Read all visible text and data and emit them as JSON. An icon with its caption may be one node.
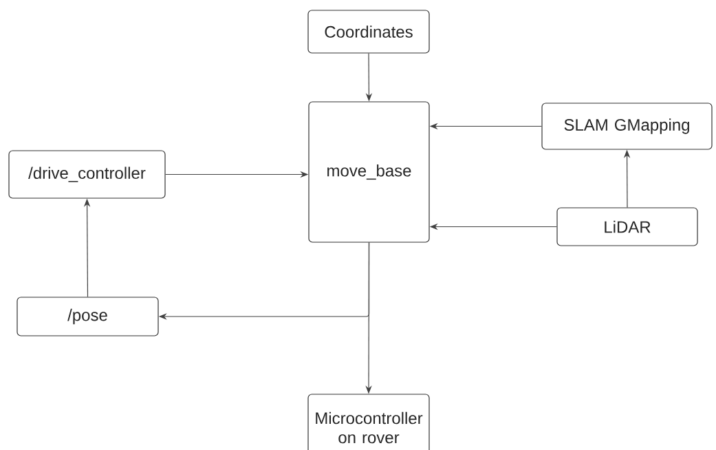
{
  "diagram": {
    "nodes": [
      {
        "text": [
          "Coordinates"
        ]
      },
      {
        "text": [
          "move_base"
        ]
      },
      {
        "text": [
          "SLAM GMapping"
        ]
      },
      {
        "text": [
          "/drive_controller"
        ]
      },
      {
        "text": [
          "LiDAR"
        ]
      },
      {
        "text": [
          "/pose"
        ]
      },
      {
        "text": [
          "Microcontroller on rover"
        ]
      }
    ],
    "edges": [
      {
        "from": 0,
        "to": 1,
        "arrow": "to"
      },
      {
        "from": 2,
        "to": 1,
        "arrow": "to"
      },
      {
        "from": 3,
        "to": 1,
        "arrow": "to"
      },
      {
        "from": 4,
        "to": 2,
        "arrow": "to"
      },
      {
        "from": 4,
        "to": 1,
        "arrow": "to"
      },
      {
        "from": 5,
        "to": 3,
        "arrow": "to"
      },
      {
        "from": 1,
        "to": 5,
        "arrow": "to"
      },
      {
        "from": 1,
        "to": 6,
        "arrow": "to"
      }
    ]
  }
}
